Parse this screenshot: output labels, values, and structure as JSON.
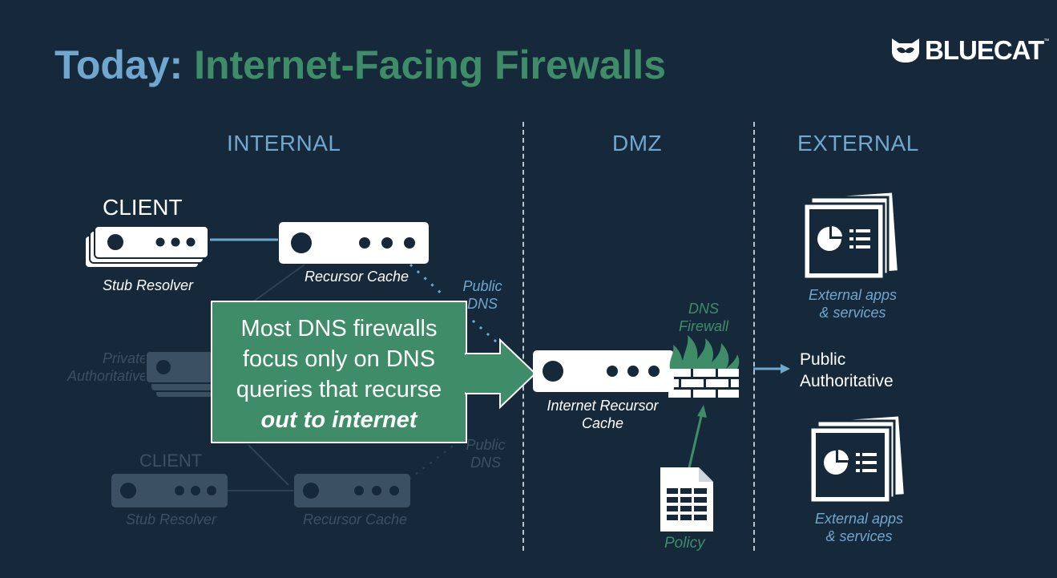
{
  "title": {
    "part1": "Today:",
    "part2": "Internet-Facing Firewalls"
  },
  "logo": {
    "text": "BLUECAT",
    "tm": "™"
  },
  "sections": {
    "internal": "INTERNAL",
    "dmz": "DMZ",
    "external": "EXTERNAL"
  },
  "internal": {
    "client_label": "CLIENT",
    "stub_resolver": "Stub Resolver",
    "recursor_cache": "Recursor Cache",
    "public_dns": [
      "Public",
      "DNS"
    ],
    "private_authoritative": [
      "Private",
      "Authoritative"
    ],
    "client_label_dim": "CLIENT",
    "stub_resolver_dim": "Stub Resolver",
    "recursor_cache_dim": "Recursor Cache",
    "public_dns_dim": [
      "Public",
      "DNS"
    ]
  },
  "callout": {
    "lines": [
      "Most DNS firewalls",
      "focus only on DNS",
      "queries that recurse"
    ],
    "emphasis": "out to internet"
  },
  "dmz": {
    "dns_firewall": [
      "DNS",
      "Firewall"
    ],
    "internet_recursor_cache": [
      "Internet Recursor",
      "Cache"
    ],
    "policy": "Policy"
  },
  "external": {
    "apps_top": [
      "External apps",
      "& services"
    ],
    "public_authoritative": [
      "Public",
      "Authoritative"
    ],
    "apps_bottom": [
      "External apps",
      "& services"
    ]
  },
  "colors": {
    "background": "#16293b",
    "blue": "#6fa7cf",
    "green": "#3f8d68",
    "dim": "#3b5062",
    "white": "#ffffff"
  },
  "icons": [
    "bluecat-logo-icon",
    "server-icon",
    "firewall-icon",
    "policy-document-icon",
    "presentation-icon",
    "arrow-icon"
  ]
}
